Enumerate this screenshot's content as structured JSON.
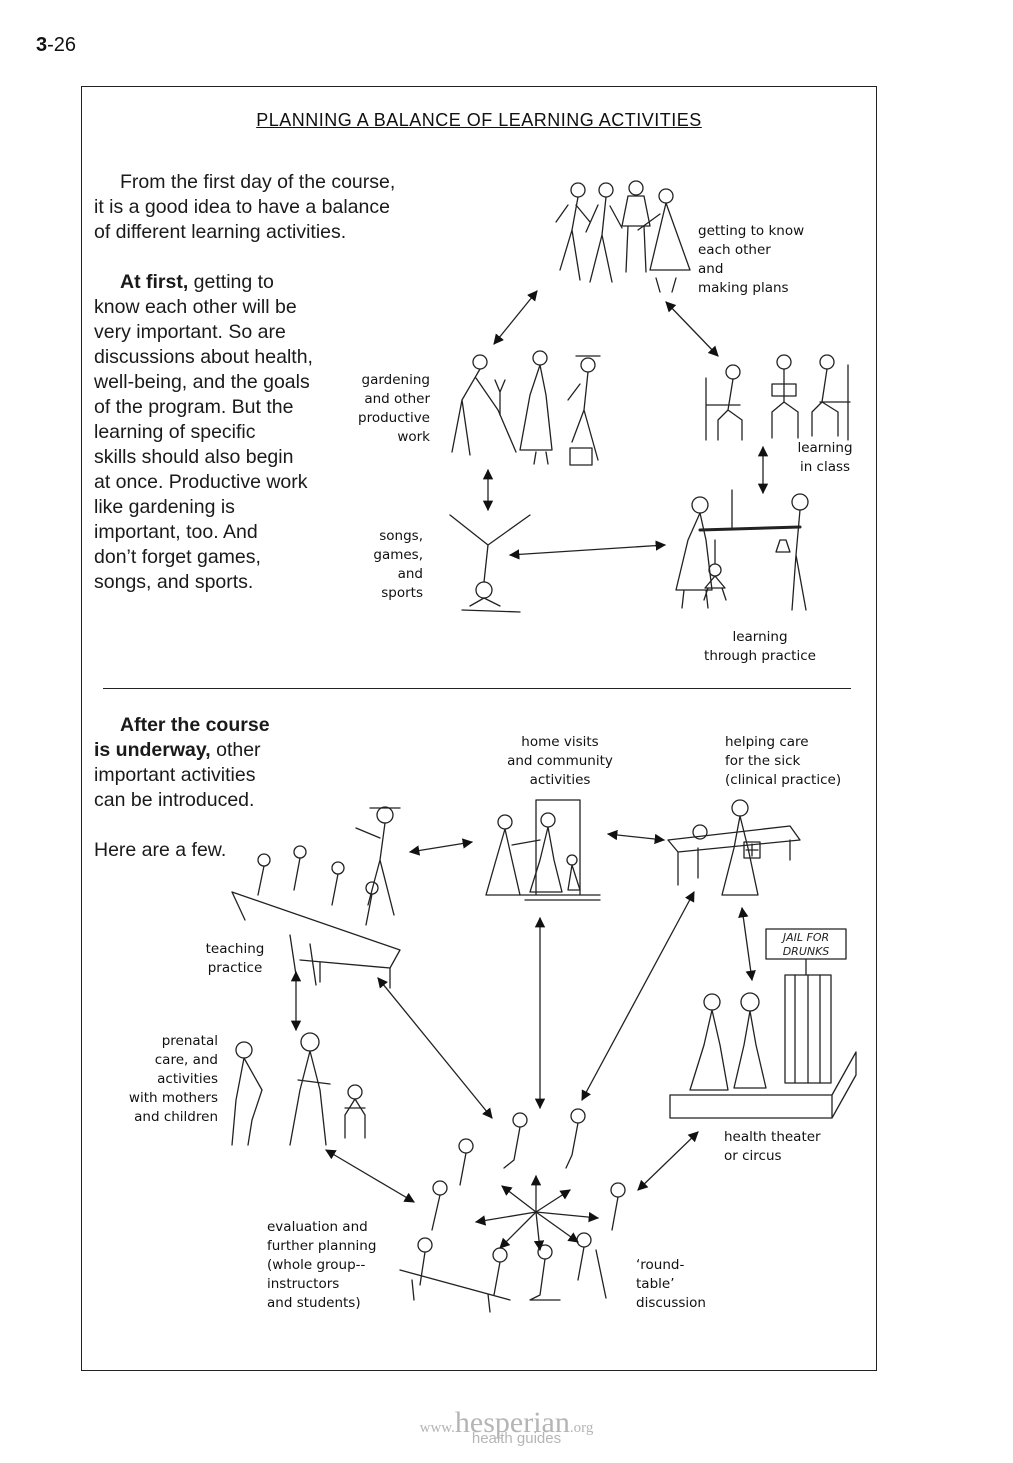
{
  "page": {
    "number_bold": "3",
    "number_rest": "-26"
  },
  "title": "PLANNING A BALANCE OF LEARNING ACTIVITIES",
  "intro": {
    "line1": "From the first day of the course,",
    "line2": "it is a good idea to have a balance",
    "line3": "of different learning activities."
  },
  "first": {
    "bold": "At first,",
    "l1": " getting to",
    "l2": "know each other will be",
    "l3": "very important. So are",
    "l4": "discussions about health,",
    "l5": "well-being, and the goals",
    "l6": "of the program. But the",
    "l7": "learning of specific",
    "l8": "skills should also begin",
    "l9": "at once. Productive work",
    "l10": "like gardening is",
    "l11": "important, too. And",
    "l12": "don’t forget games,",
    "l13": "songs, and sports."
  },
  "labels_top": {
    "know": [
      "getting to know",
      "each other",
      "and",
      "making plans"
    ],
    "garden": [
      "gardening",
      "and other",
      "productive",
      "work"
    ],
    "class": [
      "learning",
      "in class"
    ],
    "songs": [
      "songs,",
      "games,",
      "and",
      "sports"
    ],
    "practice": [
      "learning",
      "through practice"
    ]
  },
  "after": {
    "bold1": "After the course",
    "bold2": "is underway,",
    "l2": " other",
    "l3": "important activities",
    "l4": "can be introduced.",
    "few": "Here are a few."
  },
  "labels_bottom": {
    "home": [
      "home visits",
      "and community",
      "activities"
    ],
    "helping": [
      "helping care",
      "for the sick",
      "(clinical practice)"
    ],
    "teaching": [
      "teaching",
      "practice"
    ],
    "prenatal": [
      "prenatal",
      "care, and",
      "activities",
      "with mothers",
      "and children"
    ],
    "theater": [
      "health theater",
      "or circus"
    ],
    "evaluation": [
      "evaluation and",
      "further planning",
      "(whole group--",
      "instructors",
      "and students)"
    ],
    "round": [
      "‘round-",
      "table’",
      "discussion"
    ],
    "jail_sign": [
      "JAIL FOR",
      "DRUNKS"
    ]
  },
  "footer": {
    "www": "www.",
    "brand": "hesperian",
    "org": ".org",
    "sub": "health guides"
  }
}
